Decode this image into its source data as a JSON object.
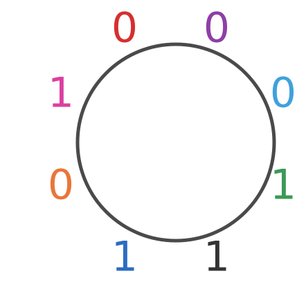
{
  "ring": {
    "stroke_color": "#4a4a4a",
    "fill_color": "#ffffff"
  },
  "digits": [
    {
      "label": "0",
      "color": "#d62f2f"
    },
    {
      "label": "0",
      "color": "#8e3ea6"
    },
    {
      "label": "0",
      "color": "#3fa1dc"
    },
    {
      "label": "1",
      "color": "#3a9a56"
    },
    {
      "label": "1",
      "color": "#333333"
    },
    {
      "label": "1",
      "color": "#2c6cc2"
    },
    {
      "label": "0",
      "color": "#e8773a"
    },
    {
      "label": "1",
      "color": "#db3fa0"
    }
  ]
}
